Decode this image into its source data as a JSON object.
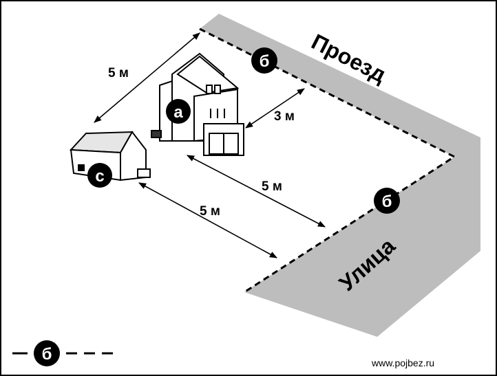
{
  "roads": {
    "top": "Проезд",
    "right": "Улица"
  },
  "dimensions": {
    "fence_to_garage": "5 м",
    "house_to_drive": "3 м",
    "house_to_street": "5 м",
    "garage_to_street": "5 м"
  },
  "markers": {
    "house": "а",
    "boundary_top": "б",
    "boundary_right": "б",
    "outbuilding": "с"
  },
  "legend": {
    "marker": "б"
  },
  "source": "www.pojbez.ru"
}
